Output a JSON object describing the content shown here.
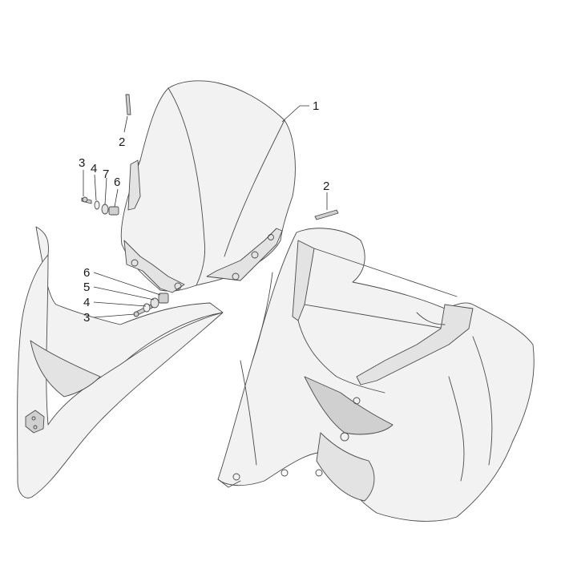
{
  "callouts": {
    "windshield": "1",
    "pin_left": "2",
    "pin_right": "2",
    "upper_screw": "3",
    "upper_washer": "4",
    "upper_spacer": "7",
    "upper_nut": "6",
    "lower_nut": "6",
    "lower_spacer": "5",
    "lower_washer": "4",
    "lower_screw": "3"
  }
}
